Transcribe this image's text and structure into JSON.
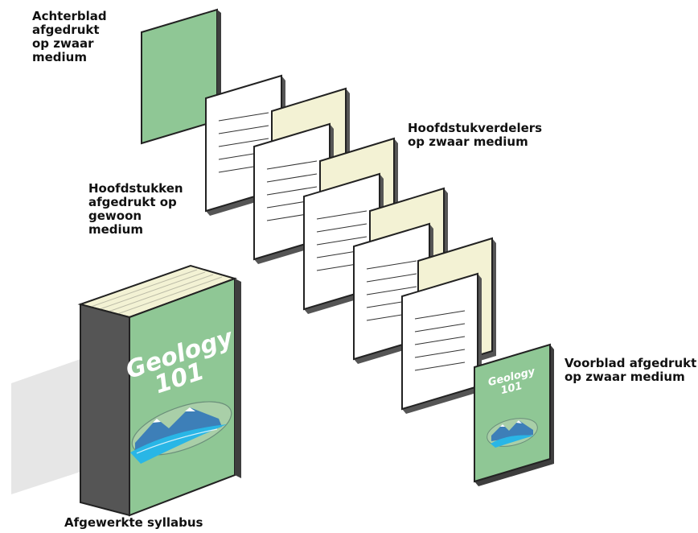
{
  "labels": {
    "back_cover": "Achterblad\nafgedrukt\nop zwaar\nmedium",
    "chapter_dividers": "Hoofdstukverdelers\nop zwaar medium",
    "chapters": "Hoofdstukken\nafgedrukt op\ngewoon\nmedium",
    "front_cover": "Voorblad afgedrukt\nop zwaar medium",
    "finished": "Afgewerkte syllabus"
  },
  "book": {
    "title_line1": "Geology",
    "title_line2": "101"
  },
  "colors": {
    "cover_green": "#8fc795",
    "divider_cream": "#f3f2d4",
    "page_white": "#ffffff",
    "outline": "#222222",
    "shadow": "#e6e6e6"
  }
}
